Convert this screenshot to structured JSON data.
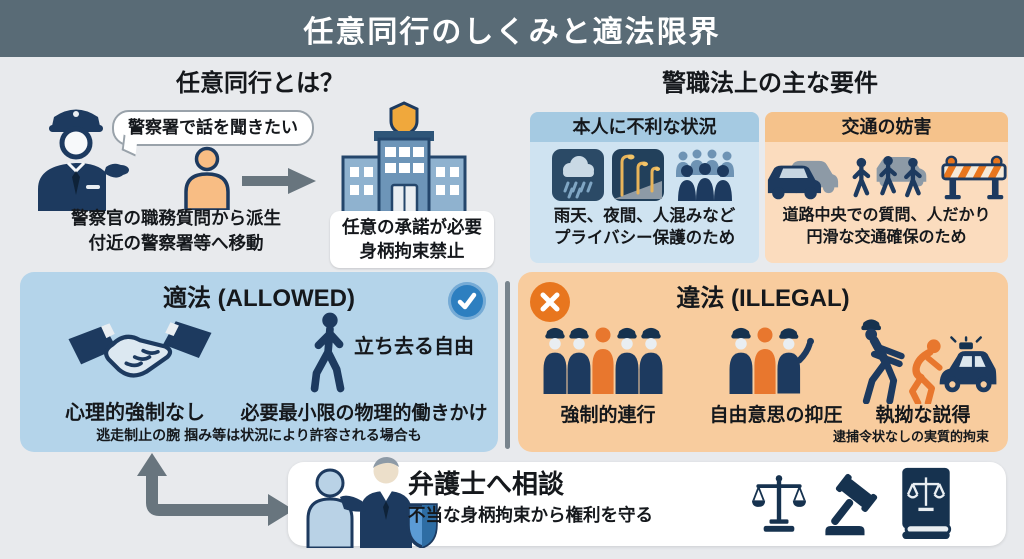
{
  "header": {
    "title": "任意同行のしくみと適法限界"
  },
  "definition": {
    "heading": "任意同行とは？",
    "speech_bubble": "警察署で話を聞きたい",
    "caption_line1": "警察官の職務質問から派生",
    "caption_line2": "付近の警察署等へ移動",
    "station_note_line1": "任意の承諾が必要",
    "station_note_line2": "身柄拘束禁止"
  },
  "requirements": {
    "heading": "警職法上の主な要件",
    "cards": [
      {
        "title": "本人に不利な状況",
        "line1": "雨天、夜間、人混みなど",
        "line2": "プライバシー保護のため"
      },
      {
        "title": "交通の妨害",
        "line1": "道路中央での質問、人だかり",
        "line2": "円滑な交通確保のため"
      }
    ]
  },
  "allowed": {
    "title": "適法 (ALLOWED)",
    "item1_label": "心理的強制なし",
    "item2_caption": "立ち去る自由",
    "item2_label": "必要最小限の物理的働きかけ",
    "footnote": "逃走制止の腕 掴み等は状況により許容される場合も"
  },
  "illegal": {
    "title": "違法 (ILLEGAL)",
    "items": [
      "強制的連行",
      "自由意思の抑圧",
      "執拗な説得"
    ],
    "footnote": "逮捕令状なしの実質的拘束"
  },
  "consult": {
    "title": "弁護士へ相談",
    "subtitle": "不当な身柄拘束から権利を守る"
  },
  "icons": {
    "police-officer-icon": "police officer silhouette with cap",
    "citizen-icon": "orange outlined person",
    "arrow-right-icon": "gray right arrow",
    "police-station-icon": "blue police station building with badge",
    "rain-icon": "rain cloud tile",
    "night-icon": "street lamps at night tile",
    "crowd-icon": "crowd of people",
    "cars-icon": "two cars",
    "pedestrians-icon": "people crossing in front of car",
    "barrier-icon": "striped traffic barrier",
    "check-icon": "white check in blue circle",
    "cross-icon": "white x in orange circle",
    "handshake-icon": "handshake",
    "walking-icon": "person walking away",
    "police-group-icon": "officers surrounding person",
    "suppression-icon": "officers beside person, one raising hand",
    "push-to-car-icon": "officer pushing bent person toward police car",
    "elbow-arrow-icon": "bent gray arrow",
    "lawyer-icon": "lawyer with client and shield",
    "scales-icon": "scales of justice",
    "gavel-icon": "gavel",
    "law-book-icon": "law book with scales emblem"
  },
  "colors": {
    "header_bg": "#596b76",
    "canvas_bg": "#e8eaed",
    "navy": "#1d3a5f",
    "allowed_bg": "#b4d4ea",
    "illegal_bg": "#f8cc9e",
    "blue_card_header": "#a5cae2",
    "blue_card_body": "#cfe3f1",
    "orange_card_header": "#f5c28b",
    "orange_card_body": "#fbdcbe",
    "check_blue": "#2d7fc0",
    "x_orange": "#e8761e",
    "orange_person": "#e8772e",
    "arrow_gray": "#68757e"
  }
}
